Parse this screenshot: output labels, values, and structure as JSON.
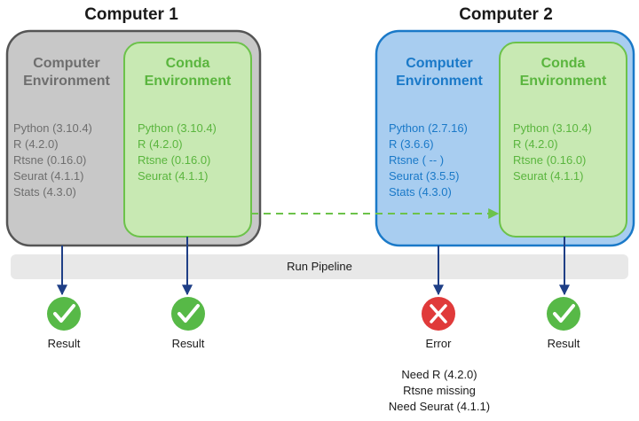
{
  "computers": [
    {
      "title": "Computer 1",
      "computer_env": {
        "title_line1": "Computer",
        "title_line2": "Environment",
        "packages": [
          "Python (3.10.4)",
          "R (4.2.0)",
          "Rtsne (0.16.0)",
          "Seurat (4.1.1)",
          "Stats (4.3.0)"
        ]
      },
      "conda_env": {
        "title_line1": "Conda",
        "title_line2": "Environment",
        "packages": [
          "Python (3.10.4)",
          "R (4.2.0)",
          "Rtsne (0.16.0)",
          "Seurat (4.1.1)"
        ]
      }
    },
    {
      "title": "Computer 2",
      "computer_env": {
        "title_line1": "Computer",
        "title_line2": "Environment",
        "packages": [
          "Python (2.7.16)",
          "R (3.6.6)",
          "Rtsne ( -- )",
          "Seurat (3.5.5)",
          "Stats (4.3.0)"
        ]
      },
      "conda_env": {
        "title_line1": "Conda",
        "title_line2": "Environment",
        "packages": [
          "Python (3.10.4)",
          "R (4.2.0)",
          "Rtsne (0.16.0)",
          "Seurat (4.1.1)"
        ]
      }
    }
  ],
  "pipeline": {
    "label": "Run Pipeline"
  },
  "outcomes": [
    {
      "label": "Result",
      "status": "success"
    },
    {
      "label": "Result",
      "status": "success"
    },
    {
      "label": "Error",
      "status": "error"
    },
    {
      "label": "Result",
      "status": "success"
    }
  ],
  "error_notes": [
    "Need R (4.2.0)",
    "Rtsne missing",
    "Need Seurat (4.1.1)"
  ],
  "colors": {
    "gray_box_fill": "#c8c8c8",
    "gray_box_stroke": "#555555",
    "gray_text": "#6e6e6e",
    "green_fill": "#c8e9b3",
    "green_stroke": "#6cc24a",
    "green_text": "#5ab53e",
    "blue_fill": "#a8cdf0",
    "blue_stroke": "#1a79c8",
    "blue_text": "#1a79c8",
    "success_fill": "#57b947",
    "error_fill": "#e03a3a",
    "arrow": "#1f3f86",
    "pipeline_bar": "#e8e8e8"
  }
}
